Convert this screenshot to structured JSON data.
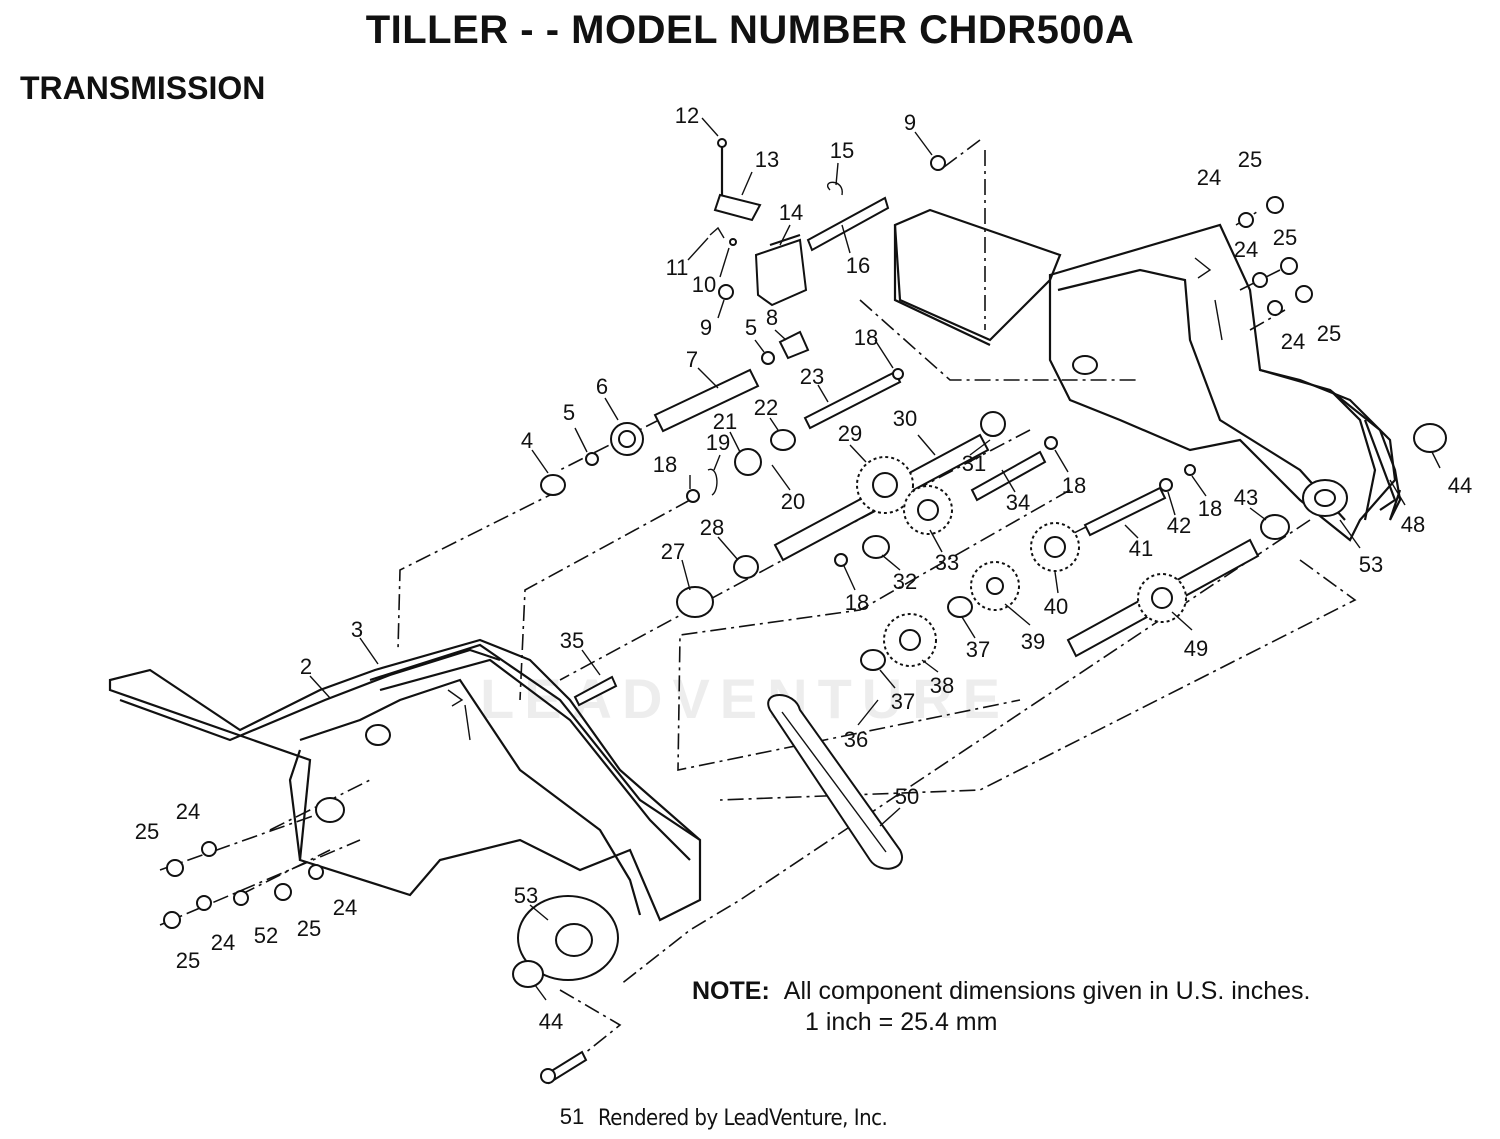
{
  "title": "TILLER - - MODEL NUMBER CHDR500A",
  "section": "TRANSMISSION",
  "note": {
    "label": "NOTE:",
    "line1": "All component dimensions given in U.S. inches.",
    "line2": "1 inch = 25.4 mm"
  },
  "credit": "Rendered by LeadVenture, Inc.",
  "watermark": "LEADVENTURE",
  "callouts": [
    {
      "id": "c12",
      "label": "12"
    },
    {
      "id": "c13",
      "label": "13"
    },
    {
      "id": "c15",
      "label": "15"
    },
    {
      "id": "c9a",
      "label": "9"
    },
    {
      "id": "c14",
      "label": "14"
    },
    {
      "id": "c11",
      "label": "11"
    },
    {
      "id": "c10",
      "label": "10"
    },
    {
      "id": "c16",
      "label": "16"
    },
    {
      "id": "c9b",
      "label": "9"
    },
    {
      "id": "c5a",
      "label": "5"
    },
    {
      "id": "c8",
      "label": "8"
    },
    {
      "id": "c18a",
      "label": "18"
    },
    {
      "id": "c7",
      "label": "7"
    },
    {
      "id": "c23",
      "label": "23"
    },
    {
      "id": "c6",
      "label": "6"
    },
    {
      "id": "c5b",
      "label": "5"
    },
    {
      "id": "c4",
      "label": "4"
    },
    {
      "id": "c21",
      "label": "21"
    },
    {
      "id": "c22",
      "label": "22"
    },
    {
      "id": "c19",
      "label": "19"
    },
    {
      "id": "c18b",
      "label": "18"
    },
    {
      "id": "c20",
      "label": "20"
    },
    {
      "id": "c29",
      "label": "29"
    },
    {
      "id": "c30",
      "label": "30"
    },
    {
      "id": "c31",
      "label": "31"
    },
    {
      "id": "c18c",
      "label": "18"
    },
    {
      "id": "c34",
      "label": "34"
    },
    {
      "id": "c33",
      "label": "33"
    },
    {
      "id": "c32",
      "label": "32"
    },
    {
      "id": "c28",
      "label": "28"
    },
    {
      "id": "c27",
      "label": "27"
    },
    {
      "id": "c18d",
      "label": "18"
    },
    {
      "id": "c41",
      "label": "41"
    },
    {
      "id": "c42",
      "label": "42"
    },
    {
      "id": "c18e",
      "label": "18"
    },
    {
      "id": "c43",
      "label": "43"
    },
    {
      "id": "c40",
      "label": "40"
    },
    {
      "id": "c39",
      "label": "39"
    },
    {
      "id": "c37a",
      "label": "37"
    },
    {
      "id": "c38",
      "label": "38"
    },
    {
      "id": "c37b",
      "label": "37"
    },
    {
      "id": "c36",
      "label": "36"
    },
    {
      "id": "c49",
      "label": "49"
    },
    {
      "id": "c35",
      "label": "35"
    },
    {
      "id": "c3",
      "label": "3"
    },
    {
      "id": "c2",
      "label": "2"
    },
    {
      "id": "c50",
      "label": "50"
    },
    {
      "id": "c53a",
      "label": "53"
    },
    {
      "id": "c44a",
      "label": "44"
    },
    {
      "id": "c51",
      "label": "51"
    },
    {
      "id": "c24a",
      "label": "24"
    },
    {
      "id": "c25a",
      "label": "25"
    },
    {
      "id": "c25b",
      "label": "25"
    },
    {
      "id": "c24b",
      "label": "24"
    },
    {
      "id": "c52",
      "label": "52"
    },
    {
      "id": "c25c",
      "label": "25"
    },
    {
      "id": "c24c",
      "label": "24"
    },
    {
      "id": "c24d",
      "label": "24"
    },
    {
      "id": "c25d",
      "label": "25"
    },
    {
      "id": "c24e",
      "label": "24"
    },
    {
      "id": "c25e",
      "label": "25"
    },
    {
      "id": "c24f",
      "label": "24"
    },
    {
      "id": "c25f",
      "label": "25"
    },
    {
      "id": "c44b",
      "label": "44"
    },
    {
      "id": "c48",
      "label": "48"
    },
    {
      "id": "c53b",
      "label": "53"
    }
  ]
}
